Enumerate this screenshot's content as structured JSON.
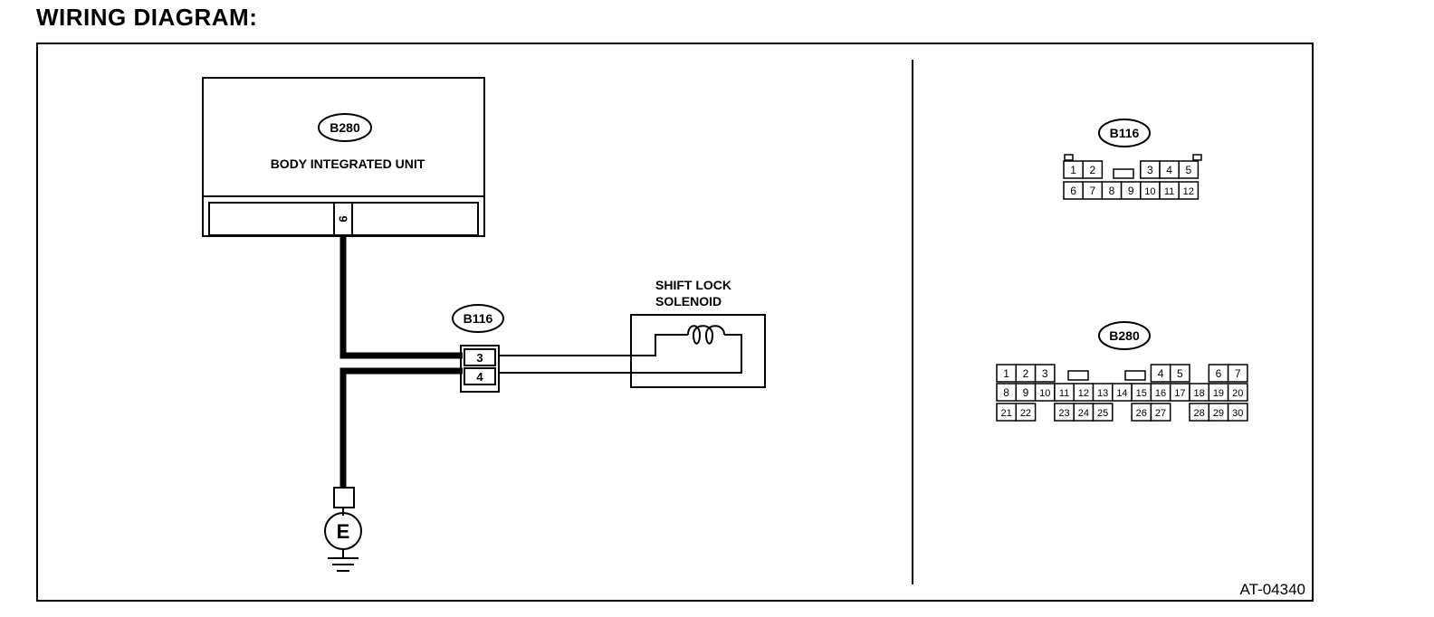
{
  "page": {
    "title": "WIRING DIAGRAM:"
  },
  "diagram": {
    "figure_id": "AT-04340",
    "body_unit": {
      "connector": "B280",
      "name": "BODY INTEGRATED UNIT",
      "pin": "9"
    },
    "harness_connector": {
      "id": "B116",
      "pins": [
        "3",
        "4"
      ]
    },
    "solenoid": {
      "label_line1": "SHIFT LOCK",
      "label_line2": "SOLENOID"
    },
    "ground": {
      "label": "E"
    }
  },
  "connector_faces": {
    "b116": {
      "id": "B116",
      "row1": [
        "1",
        "2",
        "3",
        "4",
        "5"
      ],
      "row2": [
        "6",
        "7",
        "8",
        "9",
        "10",
        "11",
        "12"
      ]
    },
    "b280": {
      "id": "B280",
      "row1": [
        "1",
        "2",
        "3",
        "4",
        "5",
        "6",
        "7"
      ],
      "row2": [
        "8",
        "9",
        "10",
        "11",
        "12",
        "13",
        "14",
        "15",
        "16",
        "17",
        "18",
        "19",
        "20"
      ],
      "row3": [
        "21",
        "22",
        "23",
        "24",
        "25",
        "26",
        "27",
        "28",
        "29",
        "30"
      ]
    }
  }
}
